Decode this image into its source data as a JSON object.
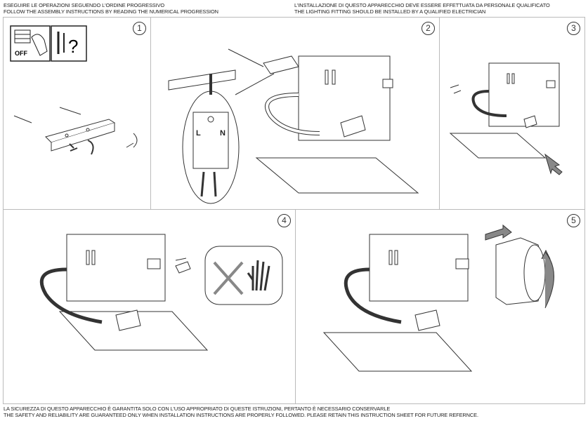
{
  "header": {
    "left_it": "ESEGUIRE LE OPERAZIONI SEGUENDO L'ORDINE PROGRESSIVO",
    "left_en": "FOLLOW THE ASSEMBLY INSTRUCTIONS BY READING THE NUMERICAL PROGRESSION",
    "right_it": "L'INSTALLAZIONE DI QUESTO APPARECCHIO DEVE ESSERE EFFETTUATA DA PERSONALE QUALIFICATO",
    "right_en": "THE LIGHTING FITTING SHOULD BE INSTALLED BY A QUALIFIED ELECTRICIAN"
  },
  "steps": [
    {
      "number": "1",
      "off_label": "OFF",
      "question": "?"
    },
    {
      "number": "2",
      "terminal_l": "L",
      "terminal_n": "N"
    },
    {
      "number": "3"
    },
    {
      "number": "4"
    },
    {
      "number": "5"
    }
  ],
  "footer": {
    "it": "LA SICUREZZA DI QUESTO APPARECCHIO È GARANTITA SOLO CON L'USO APPROPRIATO DI QUESTE ISTRUZIONI, PERTANTO È NECESSARIO CONSERVARLE",
    "en": "THE SAFETY AND RELIABILITY ARE GUARANTEED ONLY WHEN INSTALLATION INSTRUCTIONS ARE PROPERLY FOLLOWED. PLEASE RETAIN THIS INSTRUCTION SHEET FOR FUTURE REFERNCE."
  }
}
